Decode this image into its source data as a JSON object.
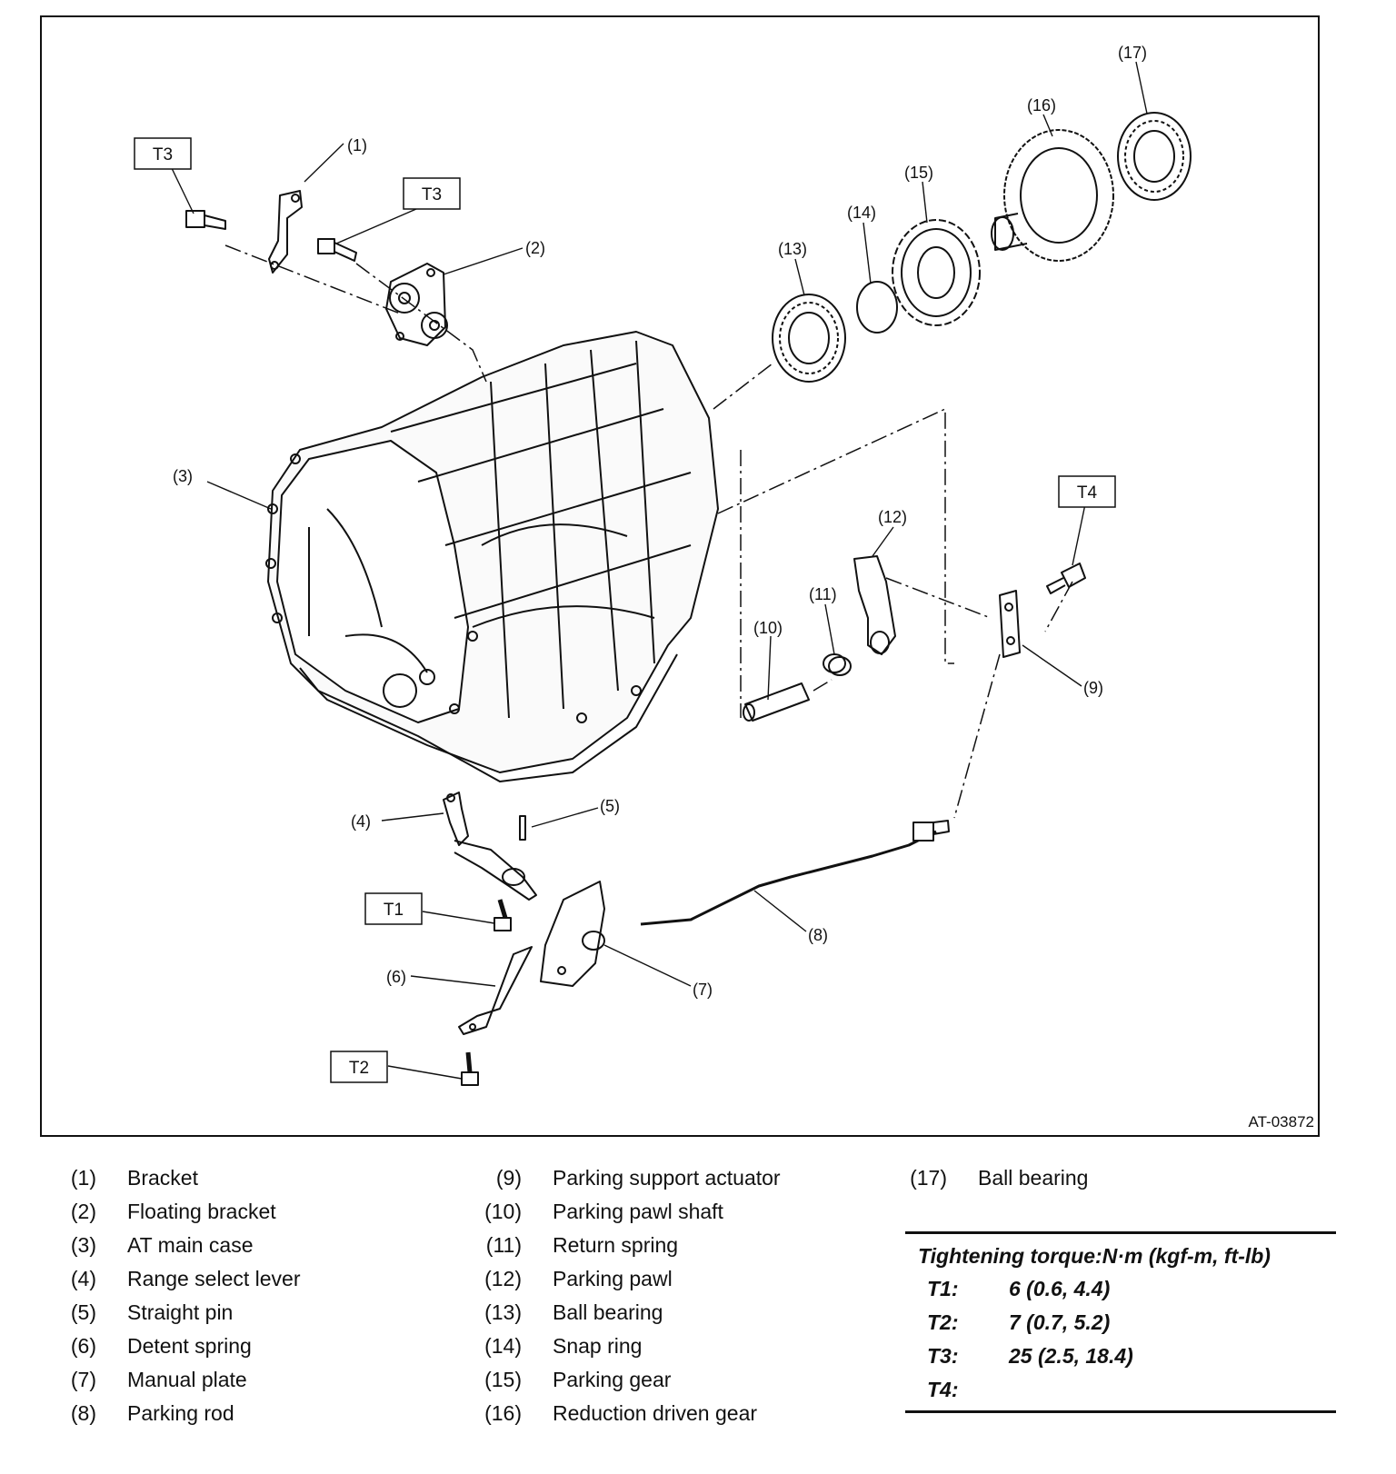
{
  "diagram": {
    "figure_id": "AT-03872",
    "callouts": [
      "(1)",
      "(2)",
      "(3)",
      "(4)",
      "(5)",
      "(6)",
      "(7)",
      "(8)",
      "(9)",
      "(10)",
      "(11)",
      "(12)",
      "(13)",
      "(14)",
      "(15)",
      "(16)",
      "(17)"
    ],
    "torque_boxes": [
      "T3",
      "T3",
      "T4",
      "T1",
      "T2"
    ]
  },
  "legend": [
    {
      "num": "(1)",
      "name": "Bracket"
    },
    {
      "num": "(2)",
      "name": "Floating bracket"
    },
    {
      "num": "(3)",
      "name": "AT main case"
    },
    {
      "num": "(4)",
      "name": "Range select lever"
    },
    {
      "num": "(5)",
      "name": "Straight pin"
    },
    {
      "num": "(6)",
      "name": "Detent spring"
    },
    {
      "num": "(7)",
      "name": "Manual plate"
    },
    {
      "num": "(8)",
      "name": "Parking rod"
    },
    {
      "num": "(9)",
      "name": "Parking support actuator"
    },
    {
      "num": "(10)",
      "name": "Parking pawl shaft"
    },
    {
      "num": "(11)",
      "name": "Return spring"
    },
    {
      "num": "(12)",
      "name": "Parking pawl"
    },
    {
      "num": "(13)",
      "name": "Ball bearing"
    },
    {
      "num": "(14)",
      "name": "Snap ring"
    },
    {
      "num": "(15)",
      "name": "Parking gear"
    },
    {
      "num": "(16)",
      "name": "Reduction driven gear"
    },
    {
      "num": "(17)",
      "name": "Ball bearing"
    }
  ],
  "torque": {
    "heading": "Tightening torque:N·m (kgf-m, ft-lb)",
    "rows": [
      {
        "key": "T1:",
        "value": "6 (0.6, 4.4)"
      },
      {
        "key": "T2:",
        "value": "7 (0.7, 5.2)"
      },
      {
        "key": "T3:",
        "value": "25 (2.5, 18.4)"
      },
      {
        "key": "T4:",
        "value": ""
      }
    ]
  }
}
